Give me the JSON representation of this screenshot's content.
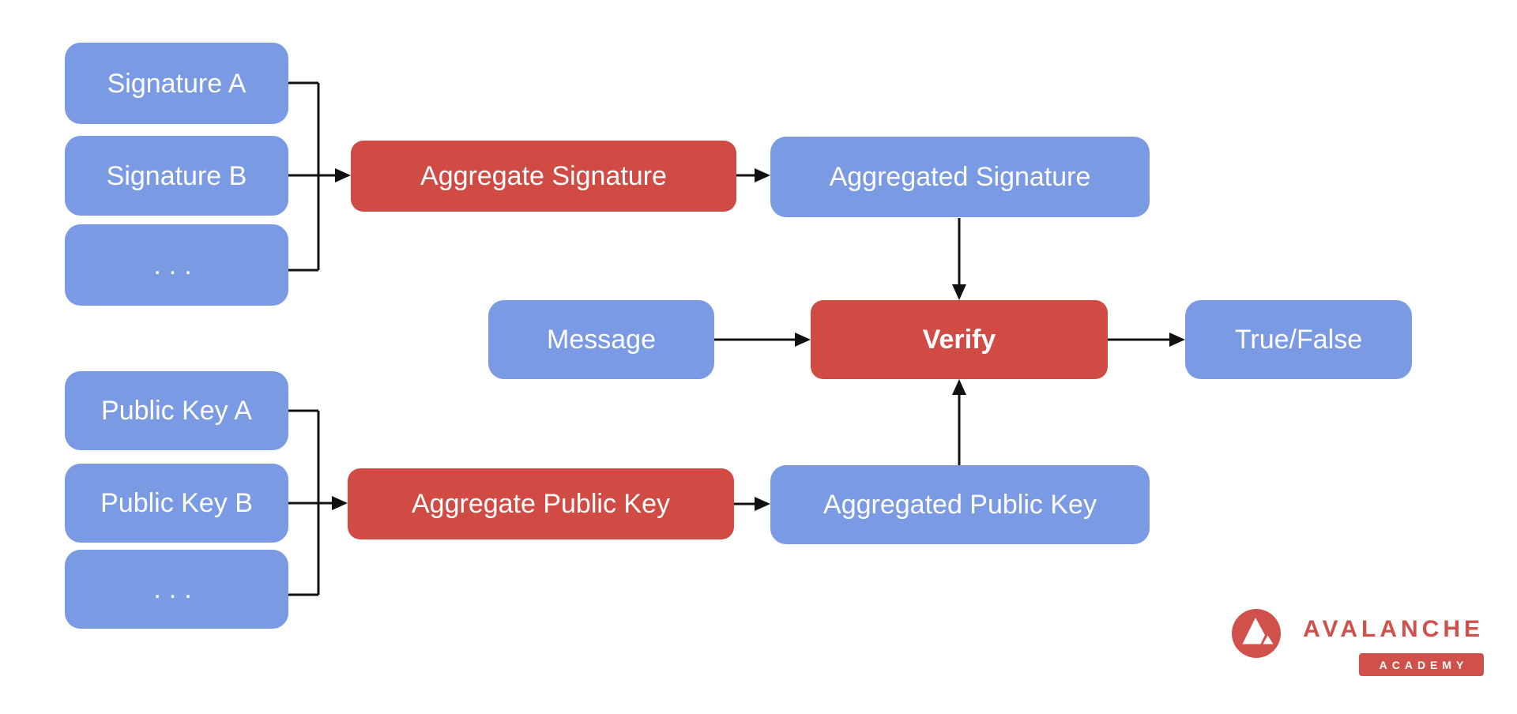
{
  "diagram": {
    "nodes": {
      "signature_a": "Signature A",
      "signature_b": "Signature B",
      "signature_more": "...",
      "aggregate_signature": "Aggregate Signature",
      "aggregated_signature": "Aggregated Signature",
      "message": "Message",
      "verify": "Verify",
      "true_false": "True/False",
      "public_key_a": "Public Key A",
      "public_key_b": "Public Key B",
      "public_key_more": "...",
      "aggregate_public_key": "Aggregate Public Key",
      "aggregated_public_key": "Aggregated Public Key"
    },
    "colors": {
      "input_output_node": "#7a9ae4",
      "operation_node": "#d14b45",
      "node_text": "#ffffff",
      "connector": "#111111"
    }
  },
  "branding": {
    "wordmark": "AVALANCHE",
    "badge_label": "ACADEMY",
    "brand_color": "#d0504b"
  }
}
